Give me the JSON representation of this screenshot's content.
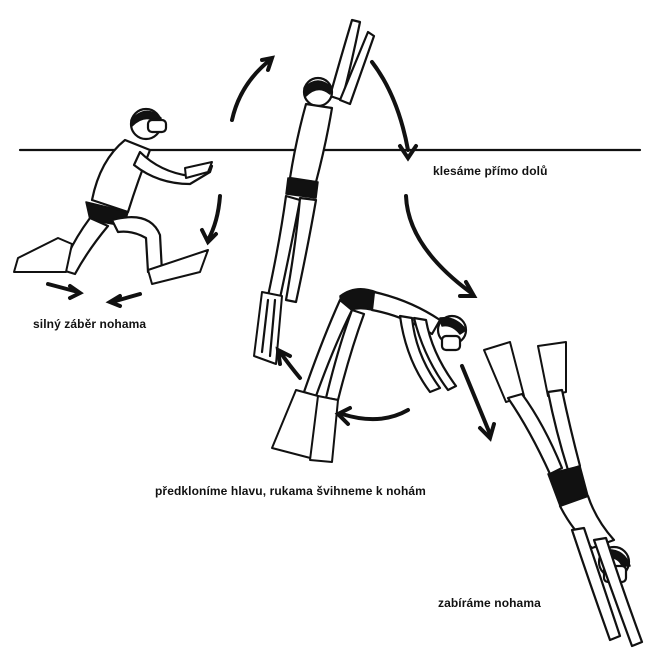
{
  "captions": {
    "strong_kick": "silný záběr nohama",
    "sink_straight_down": "klesáme přímo dolů",
    "head_forward_arms_swing": "předkloníme hlavu, rukama švihneme k nohám",
    "kick_legs": "zabíráme nohama"
  },
  "colors": {
    "ink": "#111111",
    "background": "#ffffff"
  }
}
